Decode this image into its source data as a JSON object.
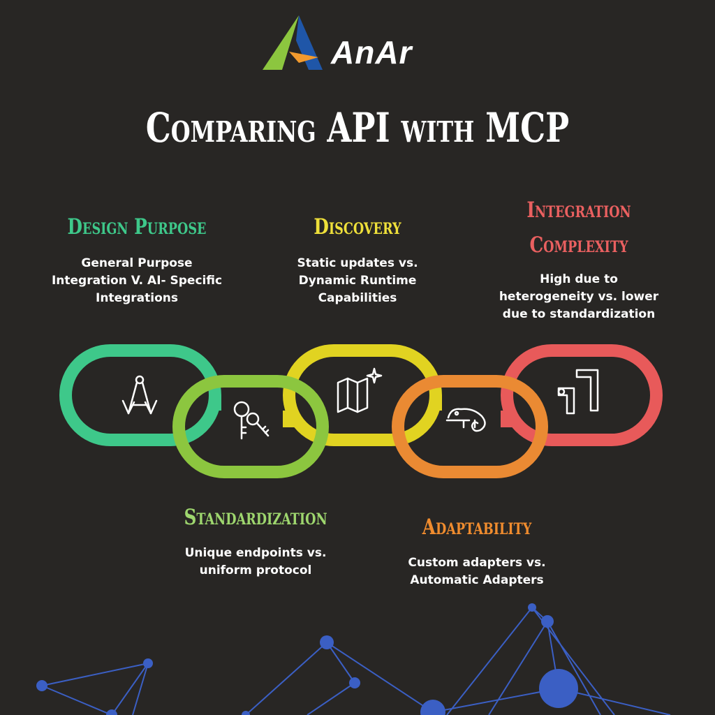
{
  "brand": {
    "name": "AnAr"
  },
  "title": "Comparing API with MCP",
  "colors": {
    "background": "#282624",
    "green": "#3ec88a",
    "lightgreen": "#8cc63f",
    "yellow": "#e1d321",
    "orange": "#ea8a33",
    "red": "#e85a5a",
    "network": "#3b5fc4"
  },
  "cards": [
    {
      "heading": "Design Purpose",
      "desc_lines": [
        "General Purpose",
        "Integration V. AI- Specific",
        "Integrations"
      ],
      "color": "#3ec88a",
      "icon": "compass-drafting-icon"
    },
    {
      "heading": "Standardization",
      "desc_lines": [
        "Unique endpoints vs.",
        "uniform protocol"
      ],
      "color": "#9ed66e",
      "icon": "keys-icon"
    },
    {
      "heading": "Discovery",
      "desc_lines": [
        "Static updates vs.",
        "Dynamic Runtime",
        "Capabilities"
      ],
      "color": "#efe03a",
      "icon": "map-sparkle-icon"
    },
    {
      "heading": "Adaptability",
      "desc_lines": [
        "Custom adapters vs.",
        "Automatic Adapters"
      ],
      "color": "#f08c2e",
      "icon": "chameleon-icon"
    },
    {
      "heading_lines": [
        "Integration",
        "Complexity"
      ],
      "desc_lines": [
        "High due to",
        "heterogeneity vs. lower",
        "due to standardization"
      ],
      "color": "#ea6060",
      "icon": "pipes-icon"
    }
  ]
}
